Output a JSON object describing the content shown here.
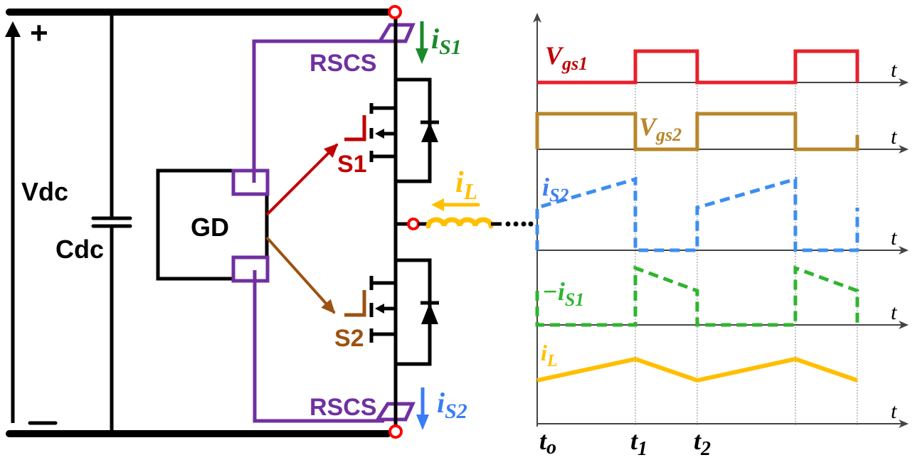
{
  "colors": {
    "wire": "#000000",
    "terminal": "#ff0000",
    "rscs": "#7030a0",
    "s1": "#c00000",
    "s2": "#9c5210",
    "is1": "#1a8a2a",
    "is2": "#3b7cf5",
    "il": "#ffc000",
    "vgs1": "#e8202a",
    "vgs2": "#b8862a",
    "is2_wave": "#3d8ef0",
    "is1_wave": "#2fb52f",
    "il_wave": "#ffbf00",
    "axis": "#444444",
    "grid": "#888888"
  },
  "circuit": {
    "plus_sign": "+",
    "minus_sign": "−",
    "vdc_label": "Vdc",
    "cdc_label": "Cdc",
    "gd_label": "GD",
    "rscs_top_label": "RSCS",
    "rscs_bottom_label": "RSCS",
    "s1_label": "S1",
    "s2_label": "S2",
    "is1_label": {
      "main": "i",
      "sub": "S1"
    },
    "is2_label": {
      "main": "i",
      "sub": "S2"
    },
    "il_label": {
      "main": "i",
      "sub": "L"
    }
  },
  "timing": {
    "axis_label": "t",
    "signals": [
      {
        "id": "vgs1",
        "main": "V",
        "sub": "gs1"
      },
      {
        "id": "vgs2",
        "main": "V",
        "sub": "gs2"
      },
      {
        "id": "is2",
        "main": "i",
        "sub": "S2"
      },
      {
        "id": "is1",
        "main": "−i",
        "sub": "S1"
      },
      {
        "id": "il",
        "main": "i",
        "sub": "L"
      }
    ],
    "time_labels": [
      {
        "main": "t",
        "sub": "o"
      },
      {
        "main": "t",
        "sub": "1"
      },
      {
        "main": "t",
        "sub": "2"
      }
    ]
  },
  "chart_data": {
    "type": "line",
    "title": "",
    "xlabel": "t",
    "ylabel": "",
    "x_marks": [
      "t_o",
      "t_1",
      "t_2"
    ],
    "time_points": [
      0,
      1,
      1.63,
      2.63,
      3.26
    ],
    "series": [
      {
        "name": "V_gs1",
        "style": "solid",
        "x": [
          0,
          1,
          1,
          1.63,
          1.63,
          2.63,
          2.63,
          3.26,
          3.26
        ],
        "y": [
          0,
          0,
          1,
          1,
          0,
          0,
          1,
          1,
          0
        ]
      },
      {
        "name": "V_gs2",
        "style": "solid",
        "x": [
          0,
          0,
          1,
          1,
          1.63,
          1.63,
          2.63,
          2.63,
          3.26,
          3.26
        ],
        "y": [
          0,
          1,
          1,
          0,
          0,
          1,
          1,
          0,
          0,
          0.4
        ]
      },
      {
        "name": "i_S2",
        "style": "dashed",
        "x": [
          0,
          0,
          1,
          1,
          1.63,
          1.63,
          2.63,
          2.63,
          3.26,
          3.26
        ],
        "y": [
          0,
          0.6,
          1,
          0,
          0,
          0.6,
          1,
          0,
          0,
          0.6
        ]
      },
      {
        "name": "-i_S1",
        "style": "dashed",
        "x": [
          0,
          0,
          1,
          1,
          1.63,
          1.63,
          2.63,
          2.63,
          3.26,
          3.26
        ],
        "y": [
          0.6,
          0,
          0,
          1,
          0.6,
          0,
          0,
          1,
          0.6,
          0
        ]
      },
      {
        "name": "i_L",
        "style": "solid",
        "x": [
          0,
          1,
          1.63,
          2.63,
          3.26
        ],
        "y": [
          0.6,
          1,
          0.6,
          1,
          0.6
        ]
      }
    ]
  }
}
